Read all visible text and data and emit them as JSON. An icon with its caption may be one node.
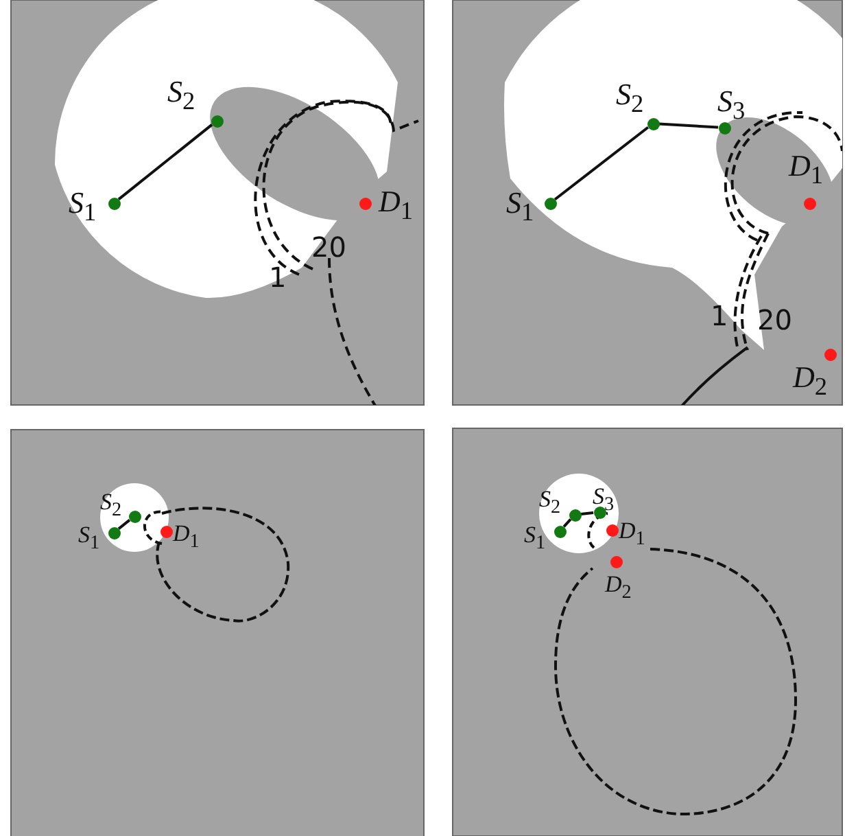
{
  "diagram": {
    "nodes": [
      {
        "text": [
          "*S*$_{1}$"
        ]
      },
      {
        "text": [
          "*S*$_{2}$"
        ]
      },
      {
        "text": [
          "*D*$_{1}$"
        ]
      },
      {
        "text": [
          "*S*$_{1}$"
        ]
      },
      {
        "text": [
          "*S*$_{2}$"
        ]
      },
      {
        "text": [
          "*S*$_{3}$"
        ]
      },
      {
        "text": [
          "*D*$_{1}$"
        ]
      },
      {
        "text": [
          "*D*$_{2}$"
        ]
      },
      {
        "text": [
          "*S*$_{1}$"
        ]
      },
      {
        "text": [
          "*S*$_{2}$"
        ]
      },
      {
        "text": [
          "*D*$_{1}$"
        ]
      },
      {
        "text": [
          "*S*$_{1}$"
        ]
      },
      {
        "text": [
          "*S*$_{2}$"
        ]
      },
      {
        "text": [
          "*S*$_{3}$"
        ]
      },
      {
        "text": [
          "*D*$_{1}$"
        ]
      },
      {
        "text": [
          "*D*$_{2}$"
        ]
      }
    ],
    "edges": [
      {
        "from": 0,
        "to": 1,
        "arrow": "none"
      },
      {
        "from": 3,
        "to": 4,
        "arrow": "none"
      },
      {
        "from": 4,
        "to": 5,
        "arrow": "none"
      },
      {
        "from": 8,
        "to": 9,
        "arrow": "none"
      },
      {
        "from": 11,
        "to": 12,
        "arrow": "none"
      },
      {
        "from": 12,
        "to": 13,
        "arrow": "none"
      }
    ],
    "labels": [
      "20",
      "1",
      "1",
      "20"
    ]
  }
}
